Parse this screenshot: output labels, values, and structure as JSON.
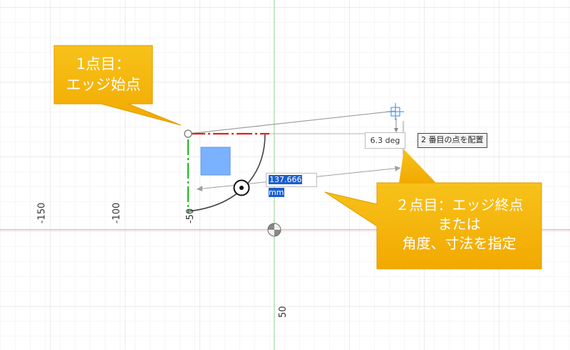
{
  "callouts": {
    "first_point": [
      "1点目：",
      "エッジ始点"
    ],
    "second_point": [
      "２点目：エッジ終点",
      "または",
      "角度、寸法を指定"
    ]
  },
  "axis_labels": {
    "h_neg150": "-150",
    "h_neg100": "-100",
    "h_neg50": "-50",
    "v_50": "50"
  },
  "inputs": {
    "angle_value": "6.3 deg",
    "length_value": "137.666 mm"
  },
  "tooltip": "2 番目の点を配置",
  "colors": {
    "grid_minor": "#ececec",
    "grid_major": "#d6d6d6",
    "x_axis": "#e8a6a6",
    "y_axis": "#9fd89f",
    "callout_fill": "#f4b400",
    "callout_edge": "#e09b00",
    "constraint_red": "#e02020",
    "constraint_green": "#22bb22",
    "selection_blue": "#4c9cff"
  }
}
